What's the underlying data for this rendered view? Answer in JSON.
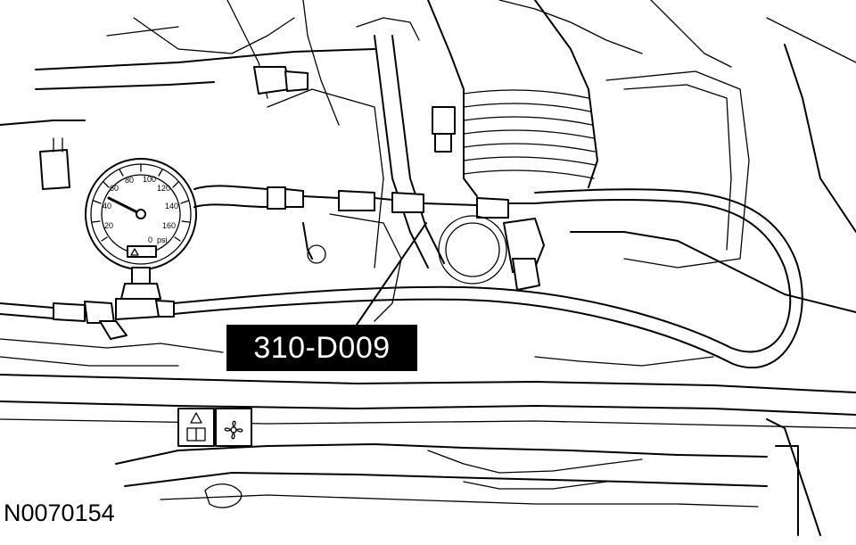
{
  "callout": {
    "label": "310-D009"
  },
  "figure": {
    "id": "N0070154"
  },
  "gauge": {
    "scale_outer": [
      "20",
      "40",
      "60",
      "80",
      "100",
      "120",
      "140",
      "160"
    ],
    "unit": "psi",
    "zero": "0"
  },
  "colors": {
    "line": "#000000",
    "background": "#ffffff",
    "label_bg": "#000000",
    "label_text": "#ffffff"
  }
}
